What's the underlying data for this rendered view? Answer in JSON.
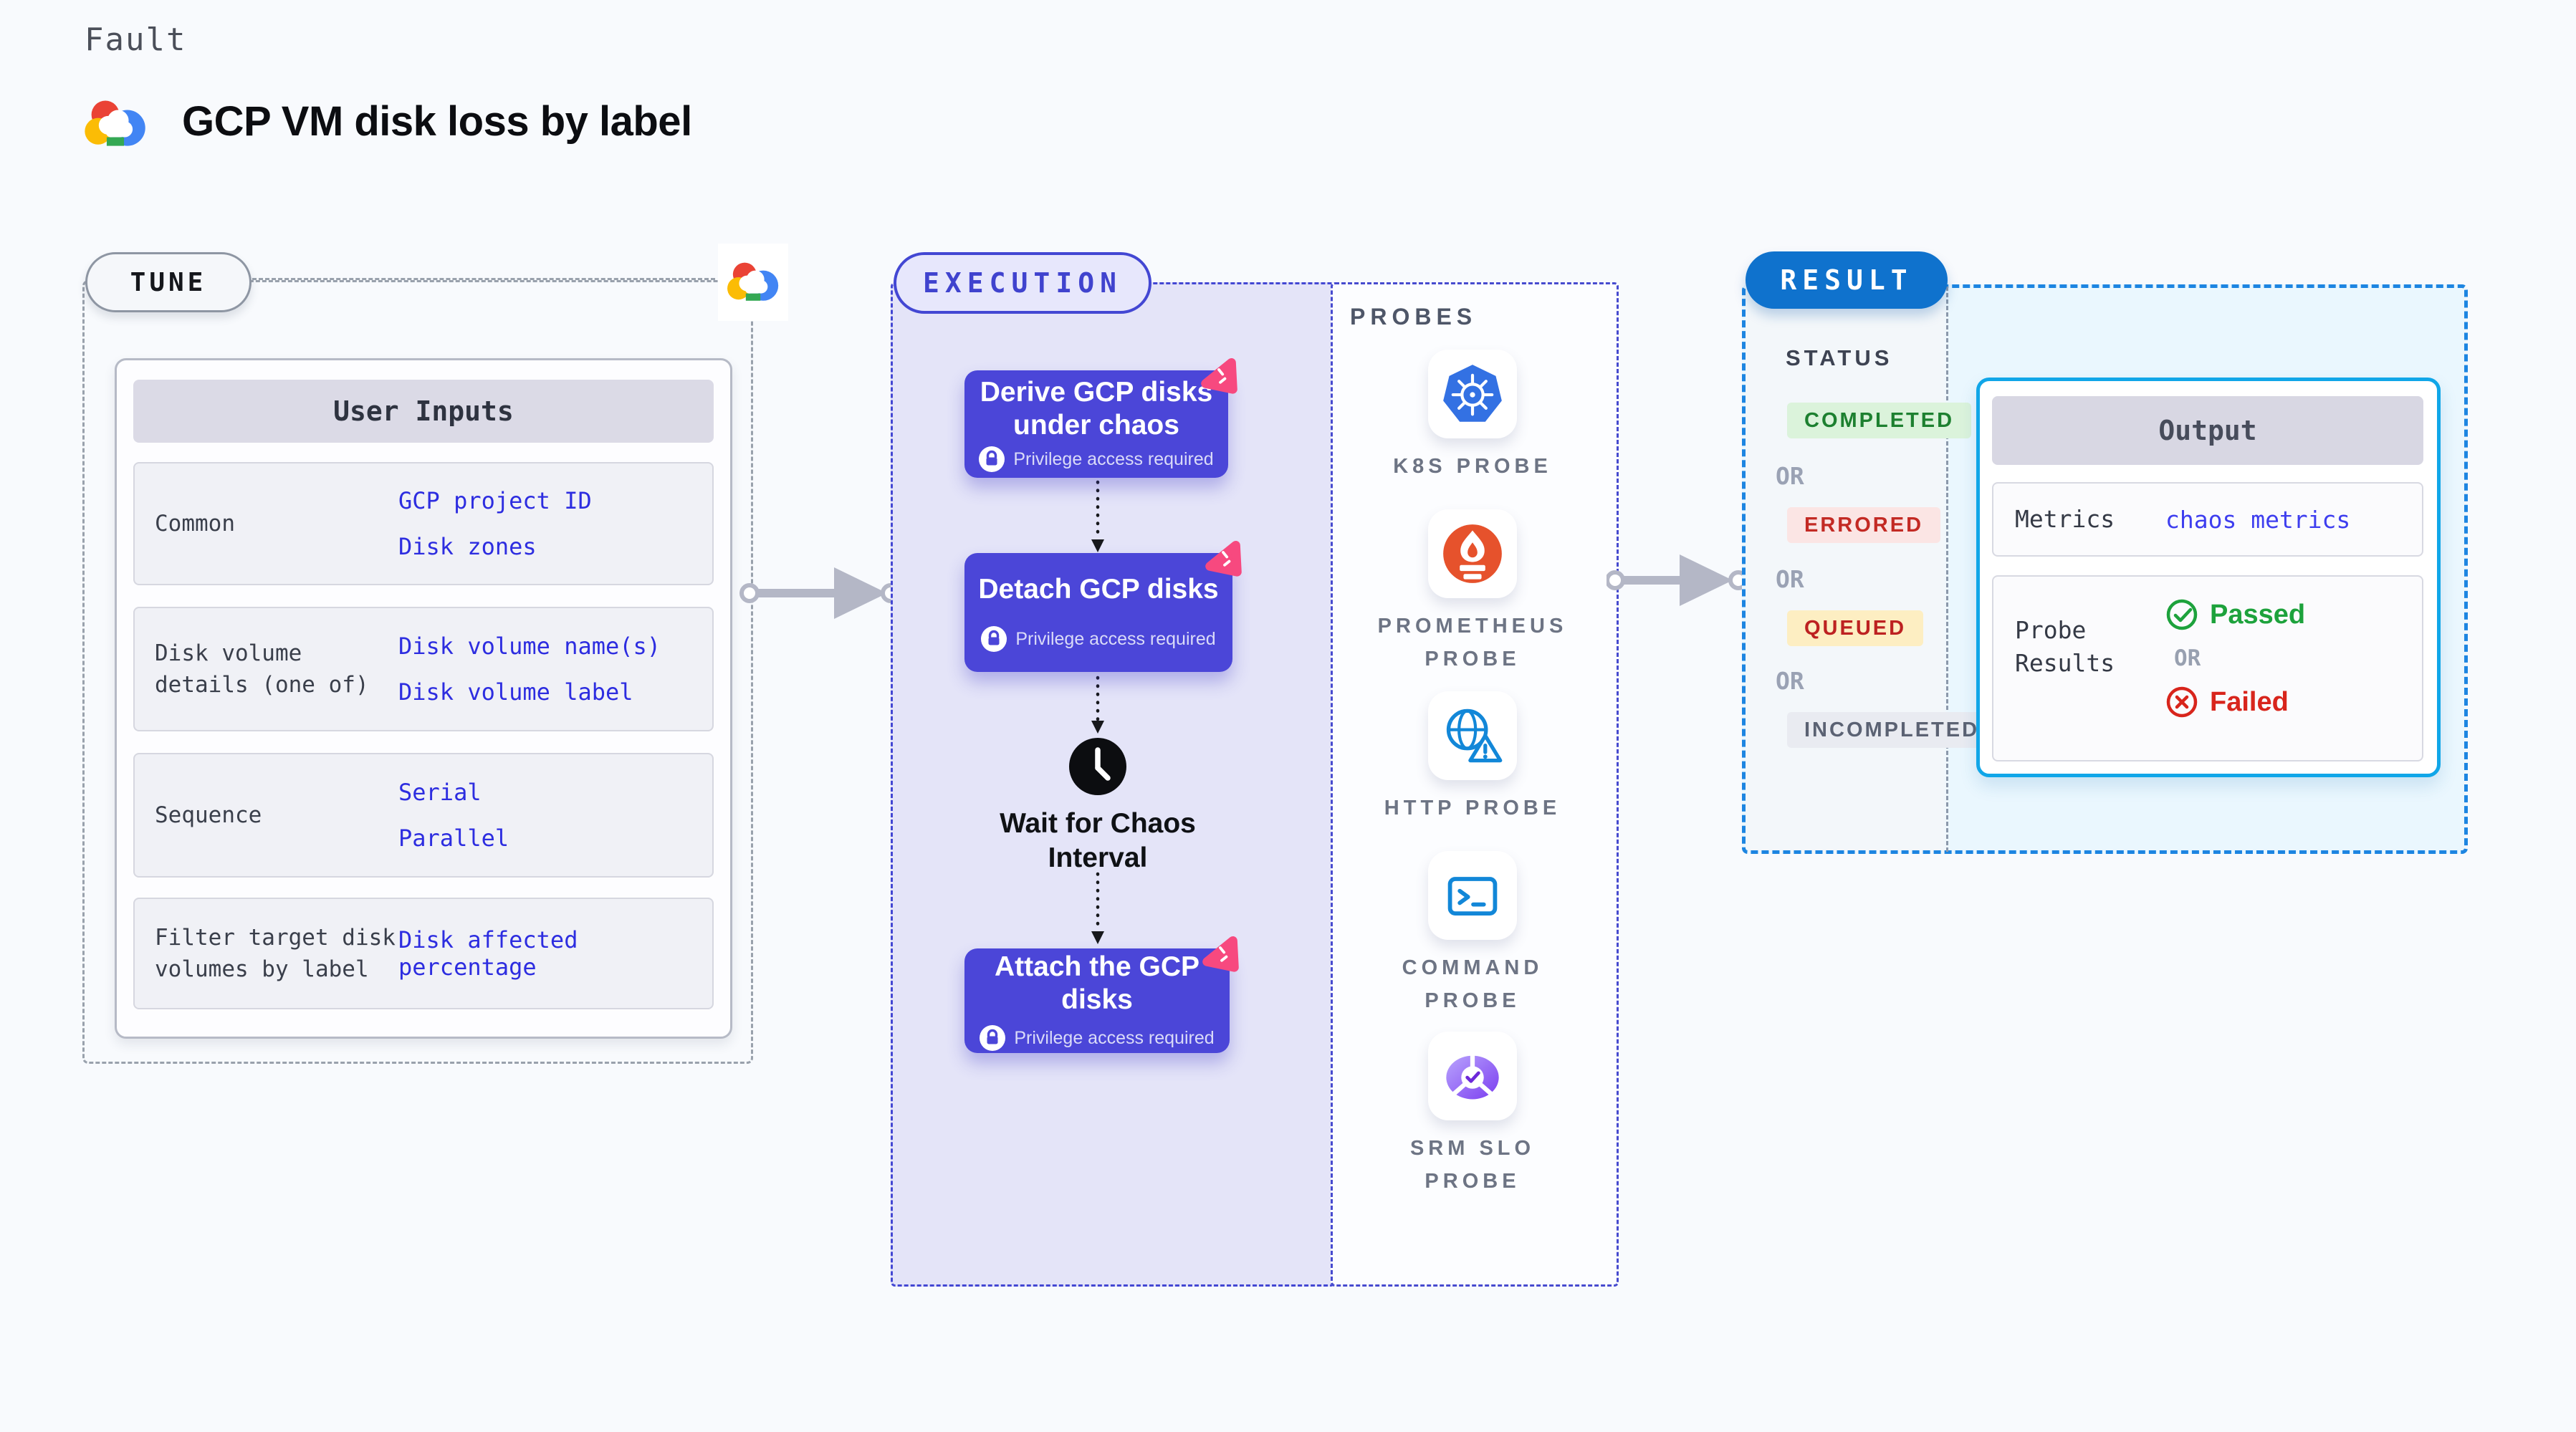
{
  "page": {
    "category_label": "Fault",
    "title": "GCP VM disk loss by label"
  },
  "tune": {
    "badge": "TUNE",
    "table": {
      "header": "User Inputs",
      "rows": [
        {
          "label": "Common",
          "values": [
            "GCP project ID",
            "Disk zones"
          ]
        },
        {
          "label": "Disk volume details (one of)",
          "values": [
            "Disk volume name(s)",
            "Disk volume label"
          ]
        },
        {
          "label": "Sequence",
          "values": [
            "Serial",
            "Parallel"
          ]
        },
        {
          "label": "Filter target disk volumes by label",
          "values": [
            "Disk affected percentage"
          ]
        }
      ]
    }
  },
  "execution": {
    "badge": "EXECUTION",
    "nodes": [
      {
        "title": "Derive GCP disks under chaos",
        "note": "Privilege access required"
      },
      {
        "title": "Detach GCP disks",
        "note": "Privilege access required"
      },
      {
        "title": "Attach the GCP disks",
        "note": "Privilege access required"
      }
    ],
    "wait_label": "Wait for Chaos Interval"
  },
  "probes": {
    "header": "PROBES",
    "items": [
      {
        "label": "K8S PROBE",
        "icon": "kubernetes-icon"
      },
      {
        "label": "PROMETHEUS PROBE",
        "icon": "prometheus-icon"
      },
      {
        "label": "HTTP PROBE",
        "icon": "globe-warning-icon"
      },
      {
        "label": "COMMAND PROBE",
        "icon": "terminal-icon"
      },
      {
        "label": "SRM SLO PROBE",
        "icon": "slo-gauge-check-icon"
      }
    ]
  },
  "result": {
    "badge": "RESULT",
    "status": {
      "header": "STATUS",
      "or": "OR",
      "badges": [
        {
          "label": "COMPLETED",
          "text_color": "#1d8030",
          "bg_color": "#dbf3db"
        },
        {
          "label": "ERRORED",
          "text_color": "#c32a24",
          "bg_color": "#fbe5e4"
        },
        {
          "label": "QUEUED",
          "text_color": "#bd2121",
          "bg_color": "#fdeec2"
        },
        {
          "label": "INCOMPLETED",
          "text_color": "#5b6273",
          "bg_color": "#e9ebf1"
        }
      ]
    },
    "output": {
      "header": "Output",
      "metrics_label": "Metrics",
      "metrics_value": "chaos metrics",
      "probe_results_label": "Probe Results",
      "passed_label": "Passed",
      "or_label": "OR",
      "failed_label": "Failed"
    }
  },
  "colors": {
    "canvas_bg": "#f8fafd",
    "node_purple": "#4b46d8",
    "execution_panel_bg": "#e4e4f8",
    "execution_border": "#4347d3",
    "tune_border": "#99a1ac",
    "result_border": "#1d85e1",
    "result_pill_bg": "#0f72cd",
    "output_border": "#10a6e8",
    "value_blue": "#2d2de0",
    "link_blue": "#3e3eef",
    "passed_green": "#1da23c",
    "failed_red": "#d8251c",
    "arrow_gray": "#b4b7c6",
    "pink_accent": "#f7497f"
  }
}
